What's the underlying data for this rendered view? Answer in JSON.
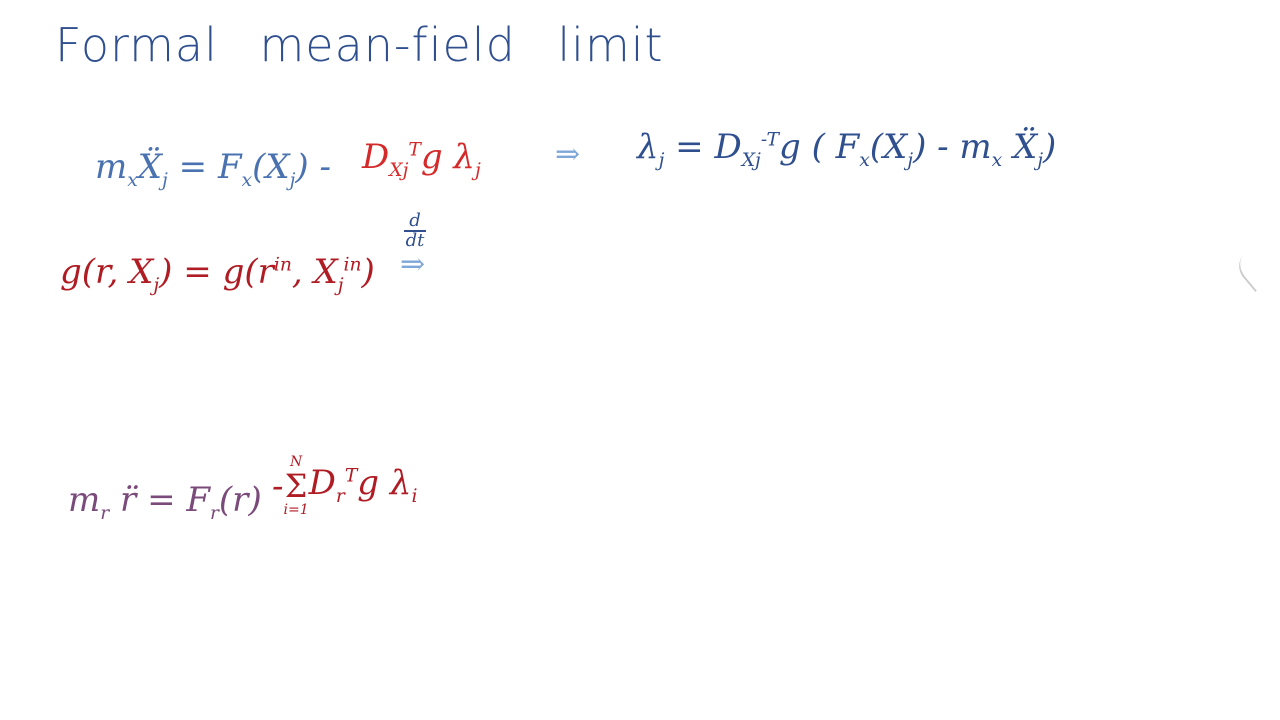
{
  "title": "Formal mean-field limit",
  "eq1": {
    "lhs_m": "m",
    "lhs_m_sub": "x",
    "lhs_X": "Ẍ",
    "lhs_X_sub": "j",
    "equals": "=",
    "F": "F",
    "F_sub": "x",
    "F_arg": "(X",
    "F_arg_sub": "j",
    "F_close": ")",
    "minus": "-",
    "D": "D",
    "D_sub": "Xj",
    "D_sup": "T",
    "g": "g",
    "lambda": "λ",
    "lambda_sub": "j"
  },
  "implies": "⇒",
  "eq2": {
    "lambda": "λ",
    "lambda_sub": "j",
    "equals": "=",
    "D": "D",
    "D_sub": "Xj",
    "D_sup": "-T",
    "g": "g",
    "body": "( F",
    "F_sub": "x",
    "arg": "(X",
    "arg_sub": "j",
    "mid": ") - m",
    "m_sub": "x",
    "X": "Ẍ",
    "X_sub": "j",
    "close": ")"
  },
  "eq3": {
    "lhs": "g(r, X",
    "lhs_sub": "j",
    "lhs_close": ")",
    "equals": "=",
    "rhs": "g(r",
    "rhs_sup": "in",
    "rhs_mid": ", X",
    "rhs_sub": "j",
    "rhs_sup2": "in",
    "rhs_close": ")",
    "ddt_num": "d",
    "ddt_den": "dt"
  },
  "eq4": {
    "m": "m",
    "m_sub": "r",
    "r": "r̈",
    "equals": "=",
    "F": "F",
    "F_sub": "r",
    "F_arg": "(r)",
    "minus": "-",
    "sum_top": "N",
    "sum_sym": "Σ",
    "sum_bottom": "i=1",
    "D": "D",
    "D_sub": "r",
    "D_sup": "T",
    "g": "g",
    "lambda": "λ",
    "lambda_sub": "i"
  }
}
